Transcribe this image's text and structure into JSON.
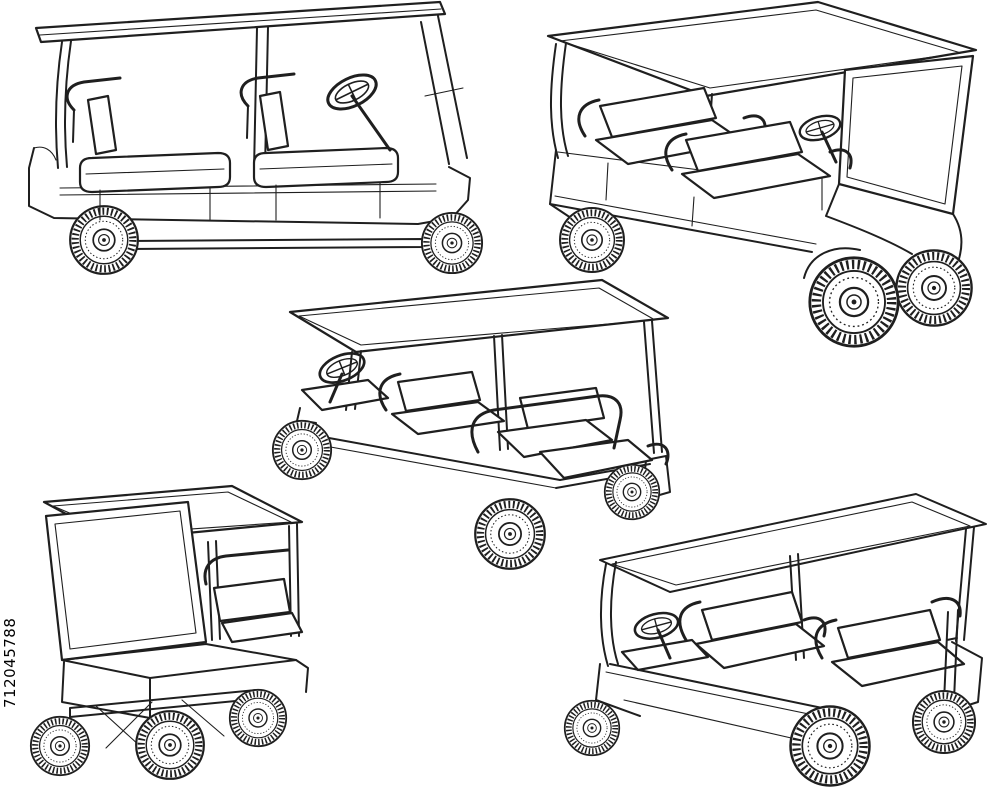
{
  "image": {
    "kind": "vector-line-art-illustration",
    "subject": "five wireframe sketch views of four-seat golf carts on a white background",
    "colors": {
      "line": "#1f1f1f",
      "background": "#ffffff"
    }
  },
  "watermark": {
    "asset_id": "712045788"
  },
  "carts": [
    {
      "name": "golf-cart-side-view",
      "position": "top-left"
    },
    {
      "name": "golf-cart-front-three-quarter-view",
      "position": "top-right"
    },
    {
      "name": "golf-cart-rear-three-quarter-view",
      "position": "middle"
    },
    {
      "name": "golf-cart-back-view-with-windshield",
      "position": "bottom-left"
    },
    {
      "name": "golf-cart-rear-left-view",
      "position": "bottom-right"
    }
  ]
}
